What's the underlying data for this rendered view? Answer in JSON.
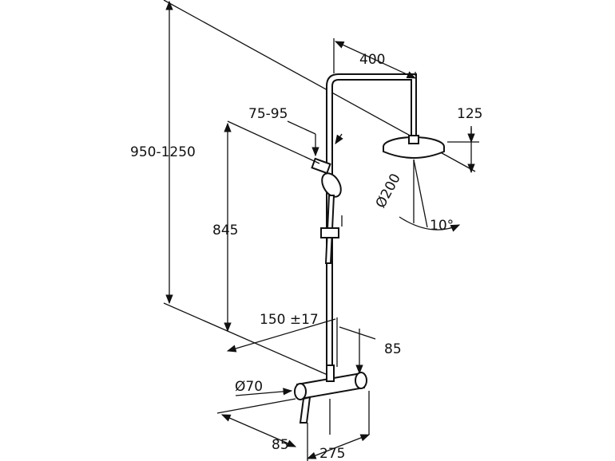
{
  "drawing": {
    "title": "Shower system dimension drawing",
    "dimensions": {
      "total_height": "950-1250",
      "arm_length": "400",
      "holder_range": "75-95",
      "head_height": "125",
      "rail_height": "845",
      "head_diameter": "Ø200",
      "tilt_angle": "10°",
      "outlet_spacing": "150 ±17",
      "pipe_offset": "85",
      "handle_diameter": "Ø70",
      "wall_offset": "85",
      "mixer_width": "275"
    }
  }
}
